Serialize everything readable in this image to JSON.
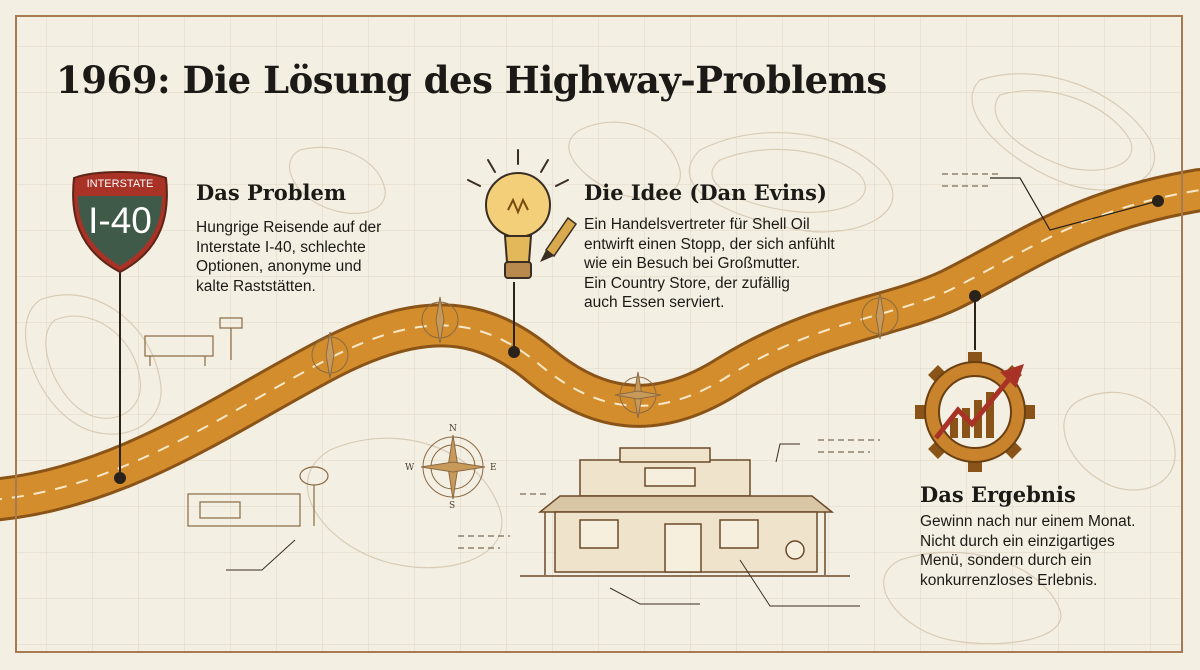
{
  "title": "1969: Die Lösung des Highway-Problems",
  "sign": {
    "top": "INTERSTATE",
    "number": "I-40"
  },
  "sections": {
    "problem": {
      "heading": "Das Problem",
      "lines": [
        "Hungrige Reisende auf der",
        "Interstate I-40, schlechte",
        "Optionen, anonyme und",
        "kalte Raststätten."
      ]
    },
    "idea": {
      "heading": "Die Idee (Dan Evins)",
      "lines": [
        "Ein Handelsvertreter für Shell Oil",
        "entwirft einen Stopp, der sich anfühlt",
        "wie ein Besuch bei Großmutter.",
        "Ein Country Store, der zufällig",
        "auch Essen serviert."
      ]
    },
    "result": {
      "heading": "Das Ergebnis",
      "lines": [
        "Gewinn nach nur einem Monat.",
        "Nicht durch ein einzigartiges",
        "Menü, sondern durch ein",
        "konkurrenzloses Erlebnis."
      ]
    }
  },
  "compass": {
    "n": "N",
    "e": "E",
    "s": "S",
    "w": "W"
  },
  "colors": {
    "road": "#d38d2c",
    "roadEdge": "#8a5418",
    "frame": "#a87a52",
    "paper": "#f4efe3",
    "signGreen": "#3f5a48",
    "signRed": "#a83226"
  },
  "icons": [
    "interstate-sign-icon",
    "lightbulb-icon",
    "pencil-icon",
    "gear-growth-icon",
    "compass-rose-icon",
    "country-store-icon",
    "gas-station-icon"
  ]
}
